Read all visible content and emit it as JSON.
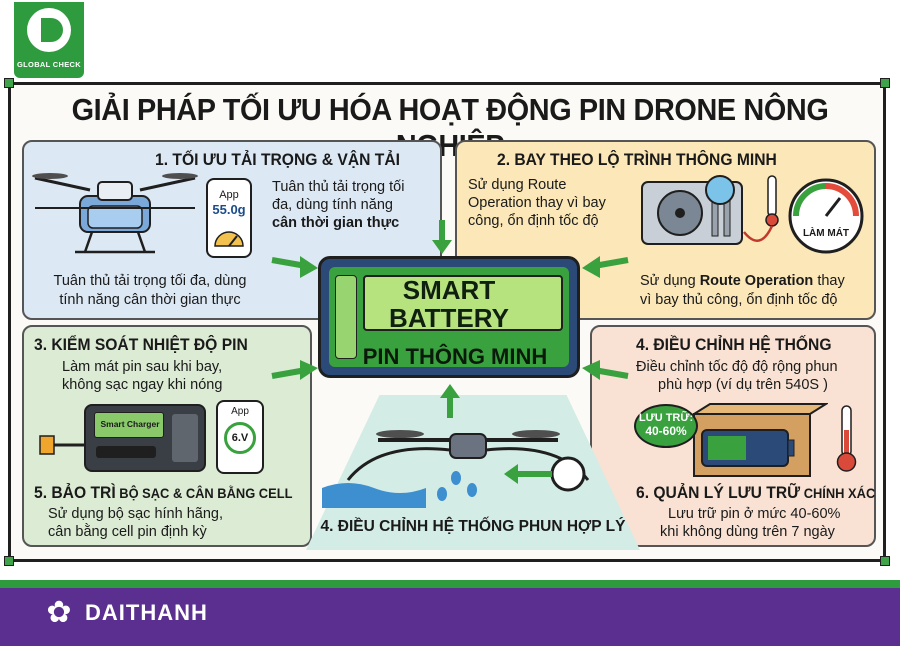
{
  "logo": {
    "text": "GLOBAL CHECK"
  },
  "title": "GIẢI PHÁP TỐI ƯU HÓA HOẠT ĐỘNG PIN DRONE NÔNG NGHIỆP",
  "panel1": {
    "heading": "1. TỐI ƯU TẢI TRỌNG & VẬN TẢI",
    "app_label": "App",
    "app_value": "55.0g",
    "text_lines": [
      "Tuân thủ tải trọng tối",
      "đa, dùng tính năng"
    ],
    "text_bold": "cân thời gian thực",
    "caption_lines": [
      "Tuân thủ tải trọng tối đa, dùng",
      "tính năng cân thời gian thực"
    ]
  },
  "panel2": {
    "heading": "2. BAY THEO LỘ TRÌNH THÔNG MINH",
    "text_lines": [
      "Sử dụng Route",
      "Operation thay vì bay",
      "công, ổn định tốc độ"
    ],
    "gauge_label": "LÀM MÁT",
    "caption_pre": "Sử dụng ",
    "caption_bold": "Route Operation",
    "caption_post": " thay",
    "caption_line2": "vì bay thủ công, ổn định tốc độ"
  },
  "battery": {
    "line1": "SMART",
    "line2": "BATTERY",
    "subtitle": "PIN THÔNG MINH"
  },
  "panel3": {
    "heading": "3. KIỂM SOÁT NHIỆT ĐỘ PIN",
    "text_lines": [
      "Làm mát pin sau khi bay,",
      "không sạc ngay khi nóng"
    ],
    "charger_label": "Smart Charger",
    "app_label": "App",
    "app_value": "6.V",
    "heading5_bold": "5. BẢO TRÌ",
    "heading5_rest": " BỘ SẠC & CÂN BẰNG CELL",
    "text5_lines": [
      "Sử dụng bộ sạc hính hãng,",
      "cân bằng cell pin định kỳ"
    ]
  },
  "panel4": {
    "heading": "4. ĐIỀU CHỈNH HỆ THỐNG",
    "text_lines": [
      "Điều chỉnh tốc độ độ rộng phun",
      "phù hợp (ví dụ trên 540S     )"
    ],
    "badge_label": "LƯU TRỮ:",
    "badge_value": "40-60%",
    "heading6_bold": "6. QUẢN LÝ LƯU TRỮ",
    "heading6_rest": " CHÍNH XÁC",
    "text6_lines": [
      "Lưu trữ pin ở mức 40-60%",
      "khi không dùng trên 7 ngày"
    ]
  },
  "panel5": {
    "caption": "4. ĐIỀU CHỈNH HỆ THỐNG PHUN HỢP LÝ"
  },
  "footer": {
    "brand": "DAITHANH"
  },
  "colors": {
    "accent_green": "#2e9b3e",
    "footer_purple": "#5a2f8f",
    "panel_blue": "#dce8f4",
    "panel_yellow": "#fbe7b7",
    "panel_green": "#dcebd4",
    "panel_peach": "#f9e2d3",
    "panel_teal": "#d4ece6",
    "battery_navy": "#2c4a77"
  }
}
